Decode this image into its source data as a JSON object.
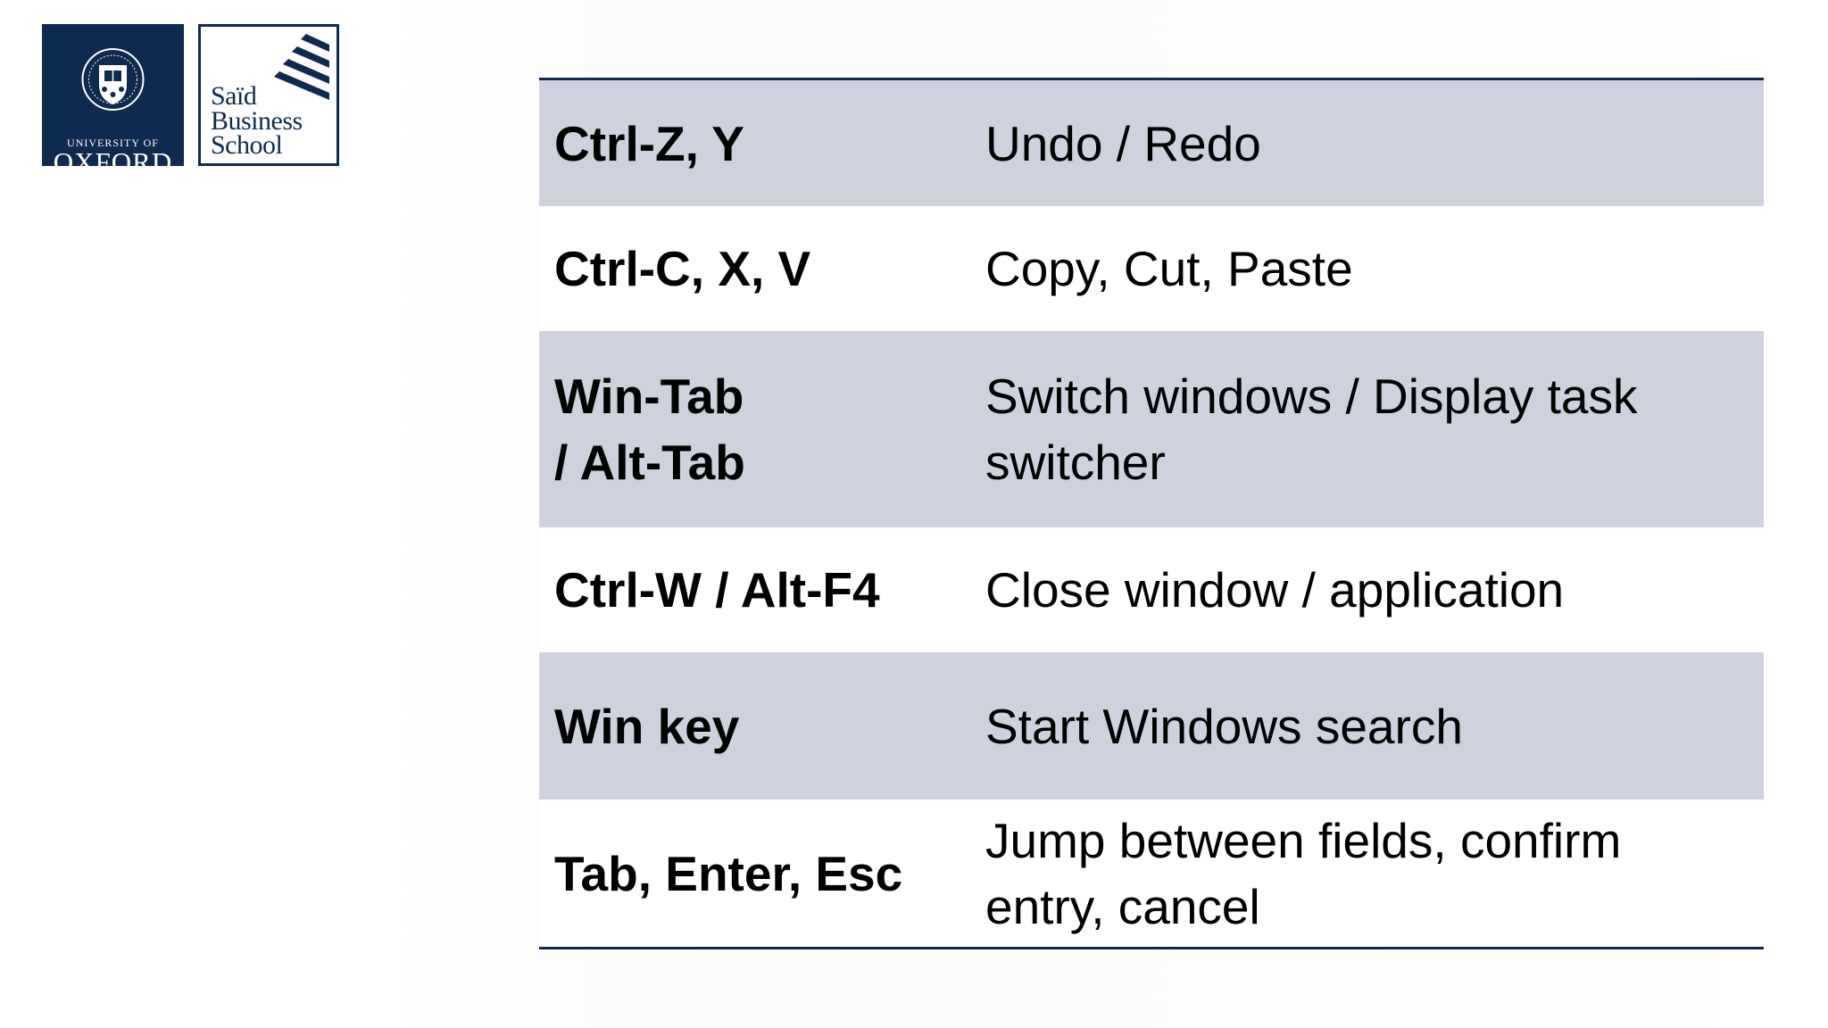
{
  "logos": {
    "oxford": {
      "line1": "UNIVERSITY OF",
      "line2": "OXFORD"
    },
    "said": {
      "line1": "Saïd",
      "line2": "Business",
      "line3": "School"
    },
    "colors": {
      "navy": "#0f2a4f",
      "row_shade": "#ced2dc"
    }
  },
  "table": {
    "rows": [
      {
        "key_lines": [
          "Ctrl-Z, Y"
        ],
        "description": "Undo / Redo",
        "shaded": true
      },
      {
        "key_lines": [
          "Ctrl-C, X, V"
        ],
        "description": "Copy, Cut, Paste",
        "shaded": false
      },
      {
        "key_lines": [
          "Win-Tab",
          "/ Alt-Tab"
        ],
        "description": "Switch windows / Display task switcher",
        "shaded": true
      },
      {
        "key_lines": [
          "Ctrl-W / Alt-F4"
        ],
        "description": "Close window / application",
        "shaded": false
      },
      {
        "key_lines": [
          "Win key"
        ],
        "description": "Start Windows search",
        "shaded": true
      },
      {
        "key_lines": [
          "Tab, Enter, Esc"
        ],
        "description": "Jump between fields, confirm entry, cancel",
        "shaded": false
      }
    ]
  }
}
